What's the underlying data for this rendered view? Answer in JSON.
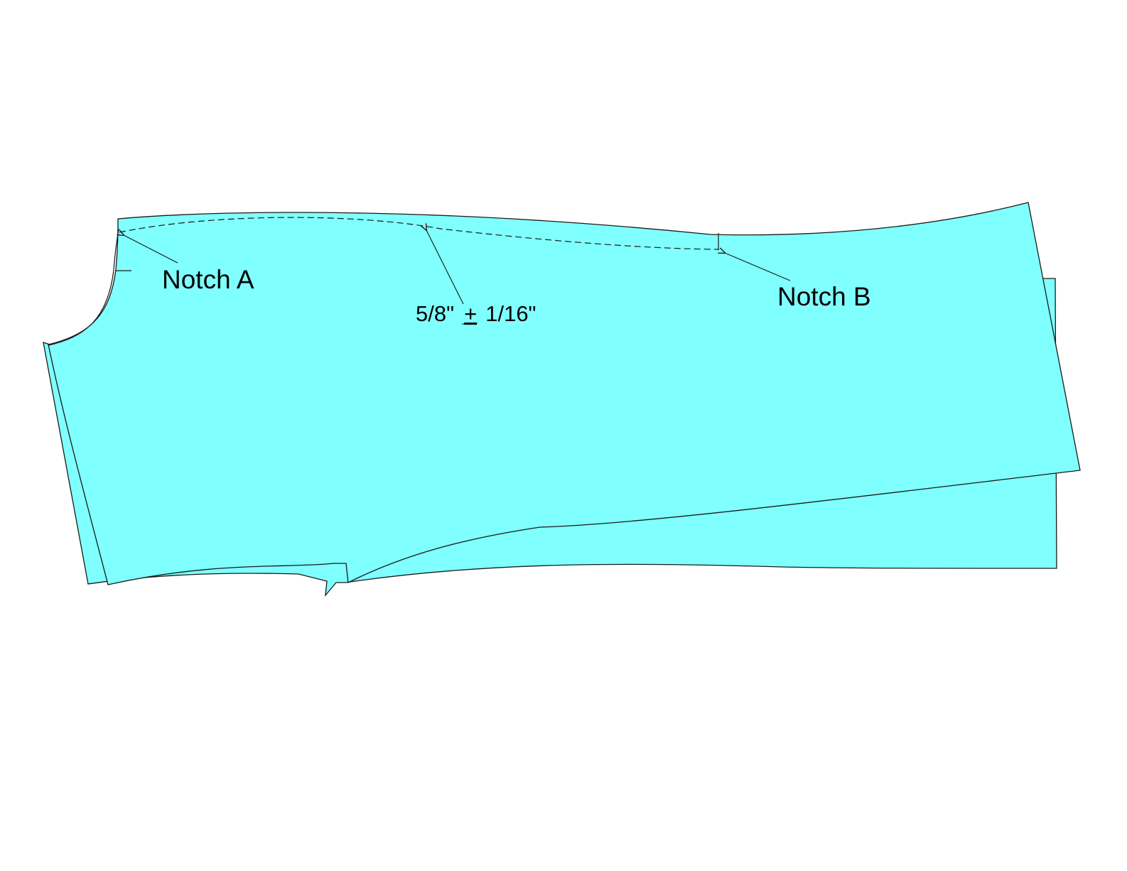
{
  "colors": {
    "fabric": "#80ffff",
    "outline": "#1a1a1a",
    "background": "#ffffff"
  },
  "labels": {
    "notch_a": "Notch A",
    "notch_b": "Notch B",
    "seam_value": "5/8\"",
    "plus_minus": "+",
    "tolerance": "1/16\""
  }
}
